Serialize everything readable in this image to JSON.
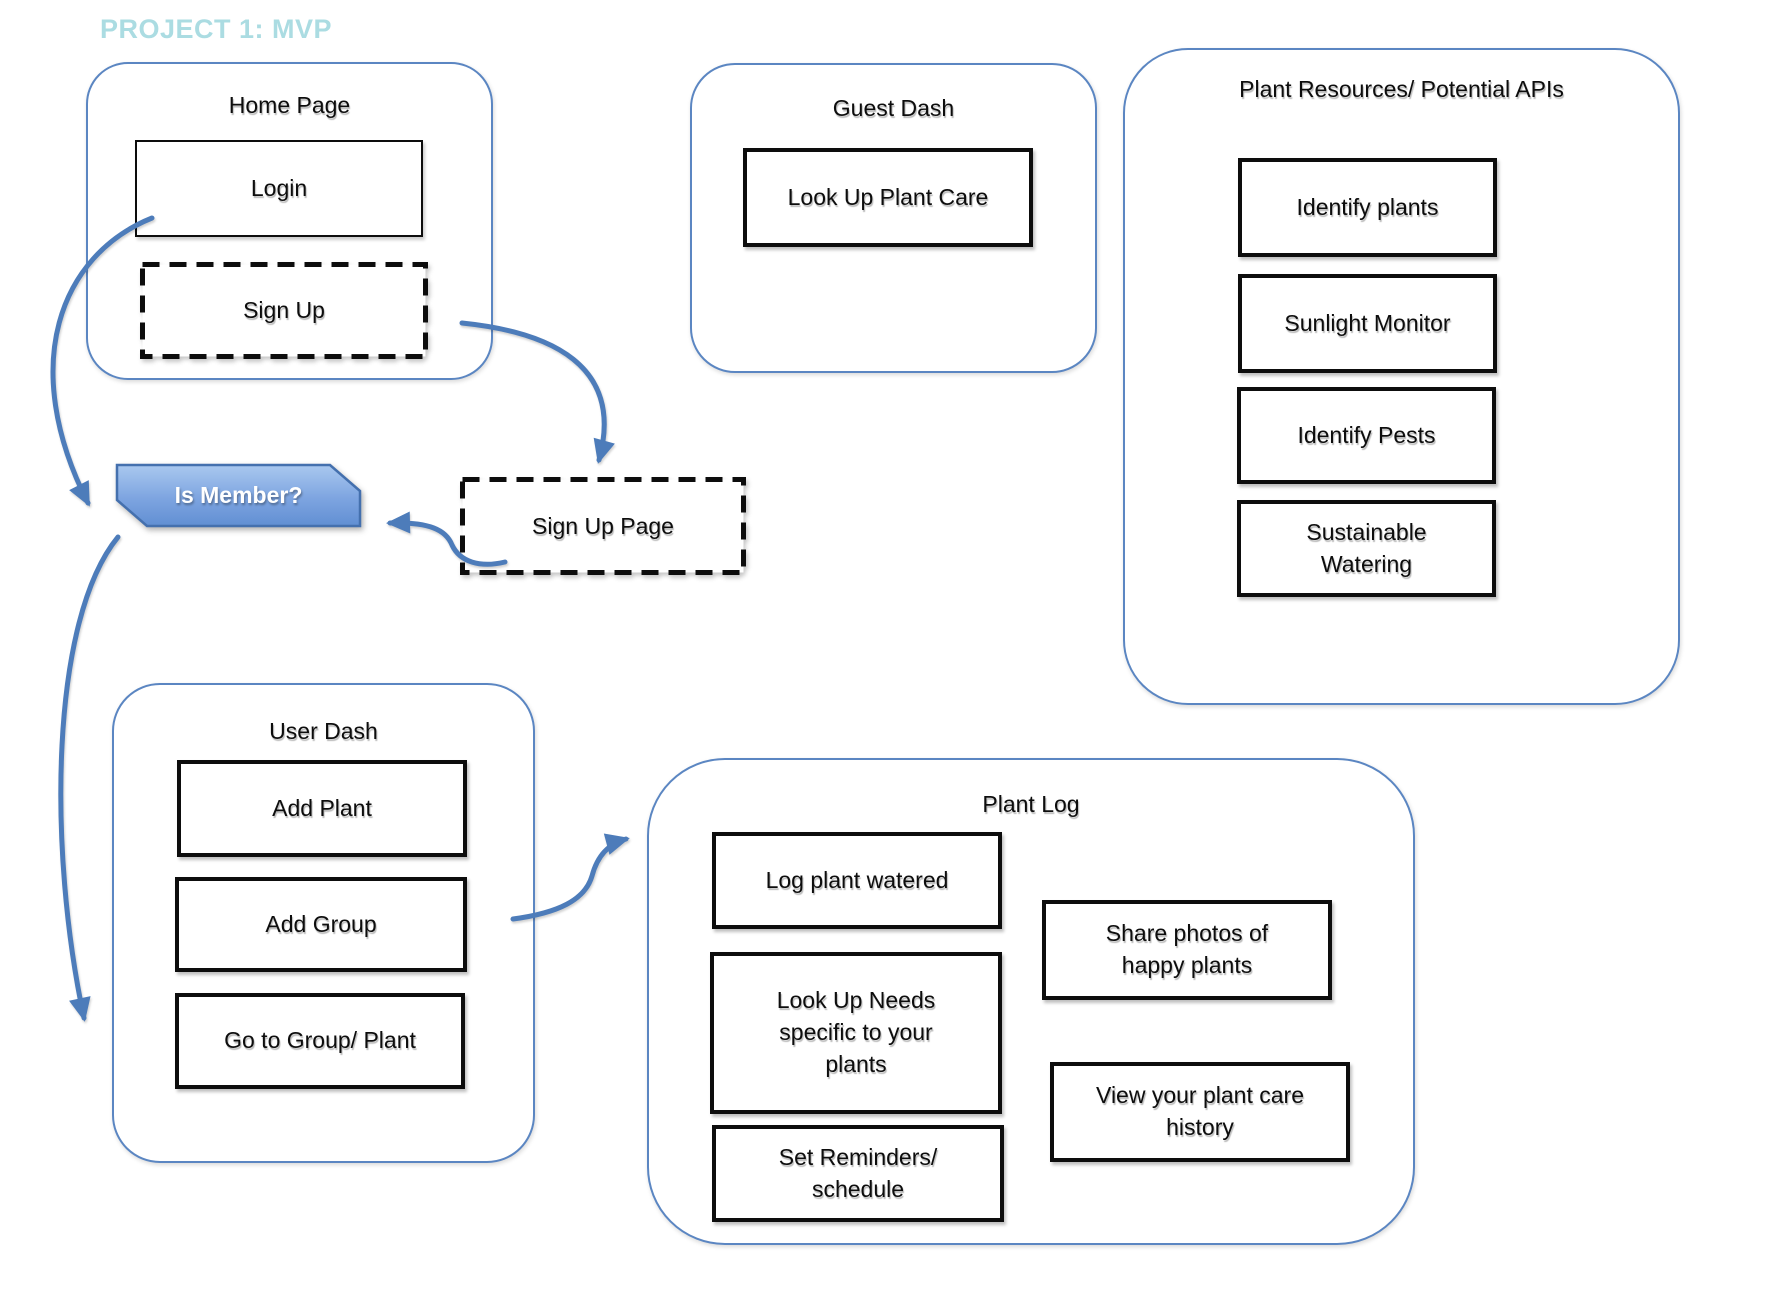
{
  "page": {
    "title": "PROJECT 1: MVP"
  },
  "colors": {
    "container_border": "#5b86c2",
    "arrow": "#4d7cba",
    "title_text": "#abdce2",
    "member_gradient_top": "#a9c8ef",
    "member_gradient_bottom": "#618fd3",
    "member_border": "#4470ae",
    "box_border": "#0d0d0d"
  },
  "containers": {
    "home_page": {
      "title": "Home Page",
      "login_label": "Login",
      "sign_up_label": "Sign Up"
    },
    "guest_dash": {
      "title": "Guest Dash",
      "look_up_plant_care_label": "Look Up Plant Care"
    },
    "plant_resources": {
      "title": "Plant Resources/ Potential APIs",
      "identify_plants_label": "Identify plants",
      "sunlight_monitor_label": "Sunlight Monitor",
      "identify_pests_label": "Identify Pests",
      "sustainable_watering_label": "Sustainable Watering"
    },
    "user_dash": {
      "title": "User Dash",
      "add_plant_label": "Add Plant",
      "add_group_label": "Add Group",
      "go_to_group_label": "Go to Group/ Plant"
    },
    "plant_log": {
      "title": "Plant Log",
      "log_watered_label": "Log plant watered",
      "look_up_needs_label": "Look Up Needs specific to your plants",
      "set_reminders_label": "Set Reminders/ schedule",
      "share_photos_label": "Share photos of happy plants",
      "view_history_label": "View your plant care history"
    }
  },
  "nodes": {
    "is_member": {
      "label": "Is Member?"
    },
    "sign_up_page": {
      "label": "Sign Up Page"
    }
  }
}
